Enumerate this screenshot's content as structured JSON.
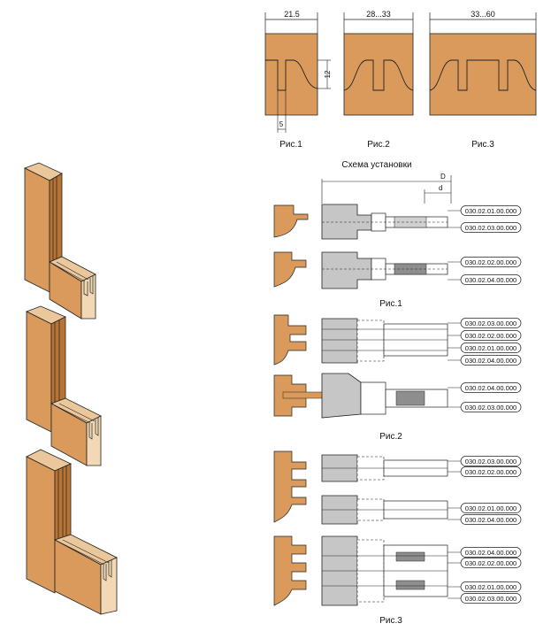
{
  "colors": {
    "wood": "#D99A5B",
    "wood_dark": "#B77434",
    "wood_light": "#EBC79C",
    "wood_end": "#F2D8B4",
    "steel": "#C6C6C6",
    "steel_dark": "#8E8E8E",
    "line": "#222222"
  },
  "top_profiles": [
    {
      "width_label": "21.5",
      "caption": "Рис.1",
      "dim_height": "12",
      "dim_width": "5"
    },
    {
      "width_label": "28...33",
      "caption": "Рис.2"
    },
    {
      "width_label": "33...60",
      "caption": "Рис.3"
    }
  ],
  "scheme": {
    "title": "Схема установки",
    "dim_D": "D",
    "dim_d": "d",
    "groups": [
      {
        "caption": "Рис.1",
        "codes": [
          "030.02.01.00.000",
          "030.02.03.00.000",
          "030.02.02.00.000",
          "030.02.04.00.000"
        ]
      },
      {
        "caption": "Рис.2",
        "codes": [
          "030.02.03.00.000",
          "030.02.02.00.000",
          "030.02.01.00.000",
          "030.02.04.00.000",
          "030.02.04.00.000",
          "030.02.03.00.000"
        ]
      },
      {
        "caption": "Рис.3",
        "codes": [
          "030.02.03.00.000",
          "030.02.02.00.000",
          "030.02.01.00.000",
          "030.02.04.00.000",
          "030.02.04.00.000",
          "030.02.02.00.000",
          "030.02.01.00.000",
          "030.02.03.00.000"
        ]
      }
    ]
  }
}
